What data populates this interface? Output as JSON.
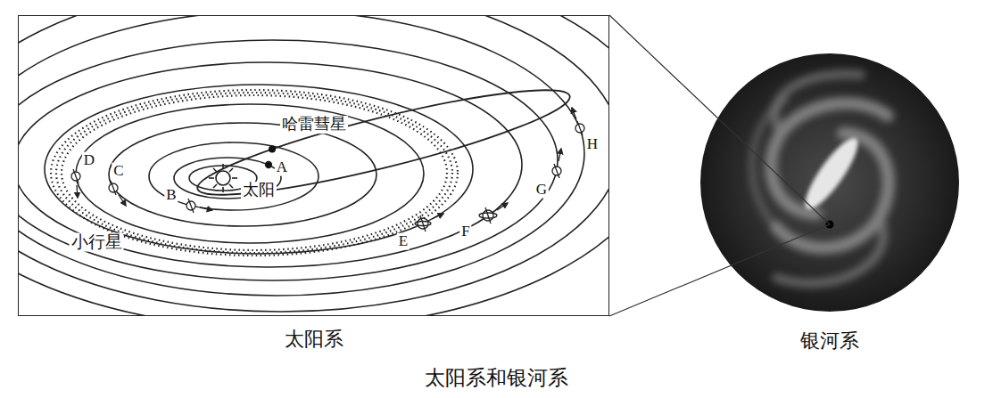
{
  "diagram": {
    "caption": "太阳系和银河系",
    "nodes": [
      {
        "text": [
          "太阳系"
        ]
      },
      {
        "text": [
          "银河系"
        ]
      }
    ],
    "edges": [
      {
        "from": 0,
        "to": 1,
        "arrow": "none"
      }
    ],
    "labels": [
      "哈雷彗星",
      "太阳",
      "小行星",
      "A",
      "B",
      "C",
      "D",
      "E",
      "F",
      "G",
      "H"
    ]
  }
}
